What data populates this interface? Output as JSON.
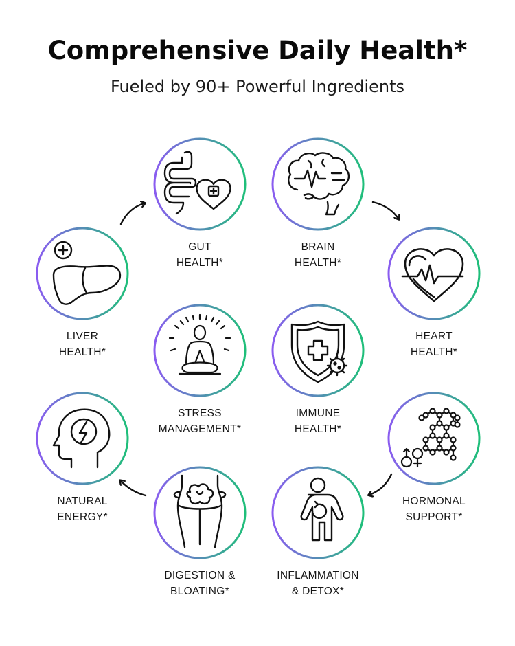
{
  "header": {
    "title": "Comprehensive Daily Health*",
    "subtitle": "Fueled by 90+ Powerful Ingredients"
  },
  "colors": {
    "ring_start": "#8a5cf0",
    "ring_end": "#1fbf7a",
    "dot_purple": "#8a5cf0",
    "dot_green": "#2bbf7f",
    "ink": "#111111"
  },
  "benefits": [
    {
      "icon": "gut-icon",
      "line1": "GUT",
      "line2": "HEALTH*"
    },
    {
      "icon": "brain-icon",
      "line1": "BRAIN",
      "line2": "HEALTH*"
    },
    {
      "icon": "heart-icon",
      "line1": "HEART",
      "line2": "HEALTH*"
    },
    {
      "icon": "hormone-icon",
      "line1": "HORMONAL",
      "line2": "SUPPORT*"
    },
    {
      "icon": "inflammation-icon",
      "line1": "INFLAMMATION",
      "line2": "& DETOX*"
    },
    {
      "icon": "digestion-icon",
      "line1": "DIGESTION &",
      "line2": "BLOATING*"
    },
    {
      "icon": "energy-icon",
      "line1": "NATURAL",
      "line2": "ENERGY*"
    },
    {
      "icon": "liver-icon",
      "line1": "LIVER",
      "line2": "HEALTH*"
    },
    {
      "icon": "meditation-icon",
      "line1": "STRESS",
      "line2": "MANAGEMENT*"
    },
    {
      "icon": "immune-icon",
      "line1": "IMMUNE",
      "line2": "HEALTH*"
    }
  ]
}
